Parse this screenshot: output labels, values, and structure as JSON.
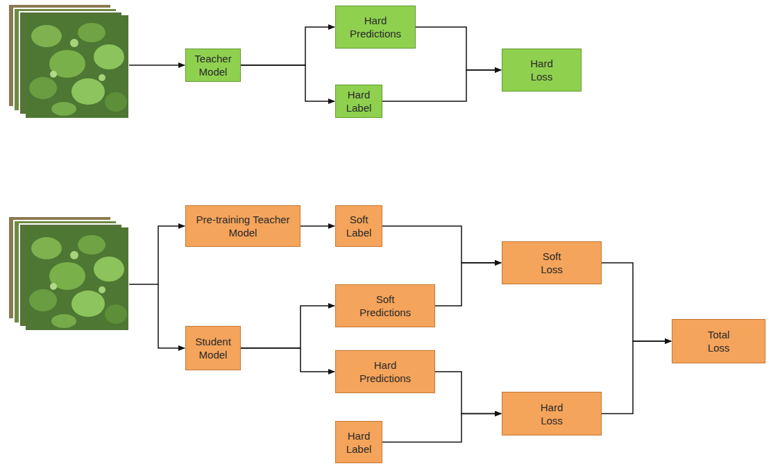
{
  "diagram": {
    "nodes": [
      {
        "text": [
          "Teacher Model"
        ]
      },
      {
        "text": [
          "Hard Predictions"
        ]
      },
      {
        "text": [
          "Hard Label"
        ]
      },
      {
        "text": [
          "Hard Loss"
        ]
      },
      {
        "text": [
          "Pre-training Teacher Model"
        ]
      },
      {
        "text": [
          "Soft Label"
        ]
      },
      {
        "text": [
          "Soft Loss"
        ]
      },
      {
        "text": [
          "Soft Predictions"
        ]
      },
      {
        "text": [
          "Student Model"
        ]
      },
      {
        "text": [
          "Hard Predictions"
        ]
      },
      {
        "text": [
          "Total Loss"
        ]
      },
      {
        "text": [
          "Hard Loss"
        ]
      },
      {
        "text": [
          "Hard Label"
        ]
      }
    ],
    "edges": [
      {
        "from": 0,
        "to": 1,
        "arrow": "to"
      },
      {
        "from": 0,
        "to": 2,
        "arrow": "to"
      },
      {
        "from": 1,
        "to": 3,
        "arrow": "to"
      },
      {
        "from": 2,
        "to": 3,
        "arrow": "to"
      },
      {
        "from": 4,
        "to": 5,
        "arrow": "to"
      },
      {
        "from": 5,
        "to": 6,
        "arrow": "to"
      },
      {
        "from": 7,
        "to": 6,
        "arrow": "to"
      },
      {
        "from": 8,
        "to": 7,
        "arrow": "to"
      },
      {
        "from": 8,
        "to": 9,
        "arrow": "to"
      },
      {
        "from": 9,
        "to": 11,
        "arrow": "to"
      },
      {
        "from": 12,
        "to": 11,
        "arrow": "to"
      },
      {
        "from": 6,
        "to": 10,
        "arrow": "to"
      },
      {
        "from": 11,
        "to": 10,
        "arrow": "to"
      }
    ]
  }
}
